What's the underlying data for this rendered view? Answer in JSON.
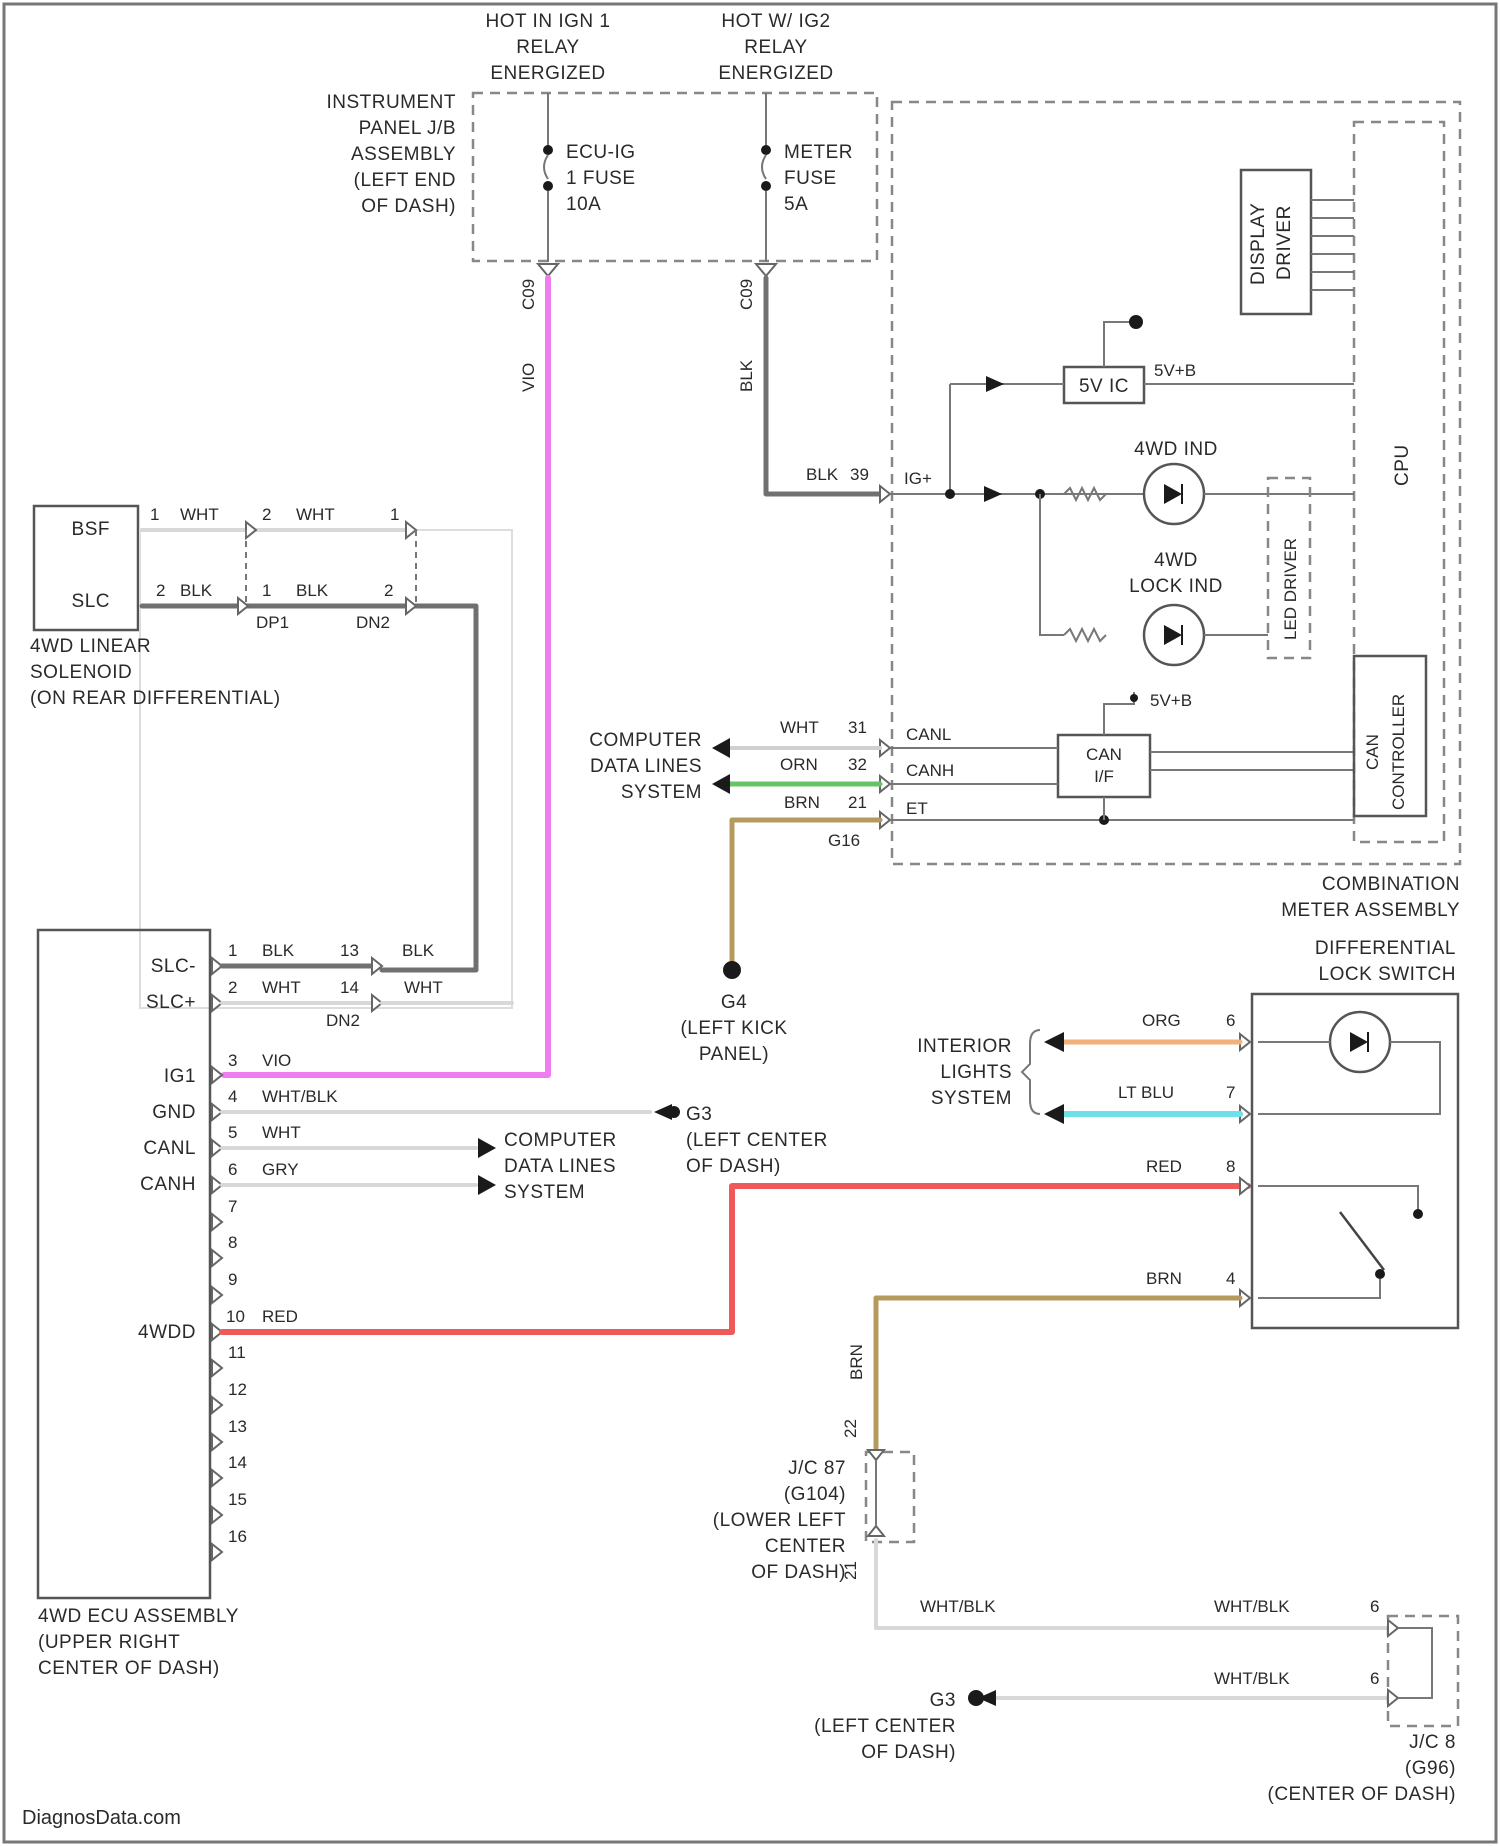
{
  "relays": {
    "left": [
      "HOT IN IGN 1",
      "RELAY",
      "ENERGIZED"
    ],
    "right": [
      "HOT W/ IG2",
      "RELAY",
      "ENERGIZED"
    ]
  },
  "junction_block": [
    "INSTRUMENT",
    "PANEL J/B",
    "ASSEMBLY",
    "(LEFT END",
    "OF DASH)"
  ],
  "fuses": {
    "ecu": [
      "ECU-IG",
      "1 FUSE",
      "10A"
    ],
    "meter": [
      "METER",
      "FUSE",
      "5A"
    ]
  },
  "jb_pins": {
    "left": "C09",
    "right": "C09"
  },
  "combo_meter": {
    "caption": [
      "COMBINATION",
      "METER ASSEMBLY"
    ],
    "display_driver": [
      "DISPLAY",
      "DRIVER"
    ],
    "regulator": "5V IC",
    "regulator_out": "5V+B",
    "cpu": "CPU",
    "led_driver": "LED DRIVER",
    "ind_4wd": "4WD IND",
    "ind_lock": [
      "4WD",
      "LOCK IND"
    ],
    "can_if": [
      "CAN",
      "I/F"
    ],
    "can_ctrl": [
      "CAN",
      "CONTROLLER"
    ],
    "can_supply": "5V+B",
    "pins": {
      "ig": {
        "wire": "BLK",
        "num": "39",
        "name": "IG+"
      },
      "canl": {
        "wire": "WHT",
        "num": "31",
        "name": "CANL"
      },
      "canh": {
        "wire": "ORN",
        "num": "32",
        "name": "CANH"
      },
      "et": {
        "wire": "BRN",
        "num": "21",
        "name": "ET"
      }
    },
    "connector": "G16"
  },
  "data_lines_right": [
    "COMPUTER",
    "DATA LINES",
    "SYSTEM"
  ],
  "data_lines_left": [
    "COMPUTER",
    "DATA LINES",
    "SYSTEM"
  ],
  "wire_labels": {
    "vio_vertical": "VIO",
    "blk_vertical": "BLK"
  },
  "solenoid": {
    "caption": [
      "4WD LINEAR",
      "SOLENOID",
      "(ON REAR DIFFERENTIAL)"
    ],
    "pins": [
      "BSF",
      "SLC"
    ],
    "top_pins": [
      "1",
      "2",
      "1"
    ],
    "bottom_pins": [
      "2",
      "1",
      "2"
    ],
    "top_wires": [
      "WHT",
      "WHT"
    ],
    "bottom_wires": [
      "BLK",
      "BLK"
    ],
    "connectors": [
      "DP1",
      "DN2"
    ]
  },
  "ground_g4": [
    "G4",
    "(LEFT KICK",
    "PANEL)"
  ],
  "ground_g3_mid": [
    "G3",
    "(LEFT CENTER",
    "OF DASH)"
  ],
  "ground_g3_bottom": [
    "G3",
    "(LEFT CENTER",
    "OF DASH)"
  ],
  "ecu": {
    "caption": [
      "4WD ECU ASSEMBLY",
      "(UPPER RIGHT",
      "CENTER OF DASH)"
    ],
    "pin_names": [
      "SLC-",
      "SLC+",
      "IG1",
      "GND",
      "CANL",
      "CANH",
      "4WDD"
    ],
    "pins": {
      "p1": {
        "num": "1",
        "wire": "BLK"
      },
      "p2": {
        "num": "2",
        "wire": "WHT"
      },
      "p3": {
        "num": "3",
        "wire": "VIO"
      },
      "p4": {
        "num": "4",
        "wire": "WHT/BLK"
      },
      "p5": {
        "num": "5",
        "wire": "WHT"
      },
      "p6": {
        "num": "6",
        "wire": "GRY"
      },
      "p10": {
        "num": "10",
        "wire": "RED"
      }
    },
    "unused_pins": [
      "7",
      "8",
      "9",
      "11",
      "12",
      "13",
      "14",
      "15",
      "16"
    ],
    "inline_pins": [
      "13",
      "14"
    ],
    "inline_wires": [
      "BLK",
      "WHT"
    ],
    "inline_connector": "DN2"
  },
  "diff_switch": {
    "caption": [
      "DIFFERENTIAL",
      "LOCK SWITCH"
    ],
    "pins": [
      {
        "num": "6",
        "wire": "ORG"
      },
      {
        "num": "7",
        "wire": "LT BLU"
      },
      {
        "num": "8",
        "wire": "RED"
      },
      {
        "num": "4",
        "wire": "BRN"
      }
    ]
  },
  "interior_lights": [
    "INTERIOR",
    "LIGHTS",
    "SYSTEM"
  ],
  "junction_connector_1": {
    "caption": [
      "J/C 87",
      "(G104)",
      "(LOWER LEFT",
      "CENTER",
      "OF DASH)"
    ],
    "wire": "BRN",
    "pins": [
      "22",
      "21"
    ]
  },
  "junction_connector_2": {
    "caption": [
      "J/C 8",
      "(G96)",
      "(CENTER OF DASH)"
    ],
    "wires": [
      "WHT/BLK",
      "WHT/BLK",
      "WHT/BLK"
    ],
    "pins": [
      "6",
      "6"
    ]
  },
  "watermark": "DiagnosData.com",
  "colors": {
    "vio": "#f07cf0",
    "blk": "#707070",
    "grn": "#66c466",
    "tan": "#b49a5c",
    "red": "#ee5a5a",
    "org": "#f2b07a",
    "ltblu": "#6de0e8",
    "gray": "#9a9a9a"
  }
}
